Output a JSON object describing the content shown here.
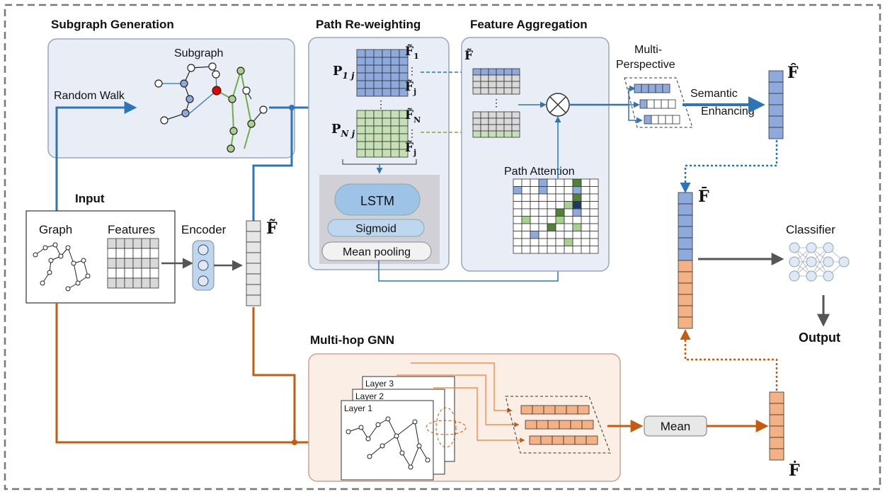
{
  "sections": {
    "subgraph": {
      "title": "Subgraph Generation",
      "graph_label": "Subgraph",
      "walk_label": "Random Walk"
    },
    "path": {
      "title": "Path Re-weighting",
      "p1": "P",
      "p1_sub": "1 j",
      "pn": "P",
      "pn_sub": "N j",
      "lstm": "LSTM",
      "sigmoid": "Sigmoid",
      "pool": "Mean pooling"
    },
    "feature": {
      "title": "Feature Aggregation",
      "attention": "Path Attention"
    },
    "input": {
      "title": "Input",
      "graph": "Graph",
      "features": "Features",
      "encoder": "Encoder"
    },
    "multihop": {
      "title": "Multi-hop GNN",
      "layer1": "Layer 1",
      "layer2": "Layer 2",
      "layer3": "Layer 3",
      "mean": "Mean"
    },
    "right": {
      "multi": "Multi-",
      "perspective": "Perspective",
      "semantic": "Semantic",
      "enhancing": "Enhancing",
      "classifier": "Classifier",
      "output": "Output"
    }
  },
  "symbols": {
    "f_tilde": "F̃",
    "f_hat": "F̂",
    "f_bar": "F̄",
    "f_dot": "Ḟ",
    "f1": "F̃",
    "f1_sub": "1",
    "fj": "F̃",
    "fj_sub": "j",
    "fn": "F̃",
    "fn_sub": "N",
    "fj2": "F̃",
    "fj2_sub": "j",
    "dots": "⋮"
  },
  "colors": {
    "blue": "#2e75b6",
    "orange": "#c55a11",
    "panel_blue": "#e8edf6",
    "panel_orange": "#fbeee4",
    "cell_blue": "#8ea9db",
    "cell_green": "#c5e0b4",
    "cell_orange": "#f4b183",
    "dark_green": "#548235"
  }
}
